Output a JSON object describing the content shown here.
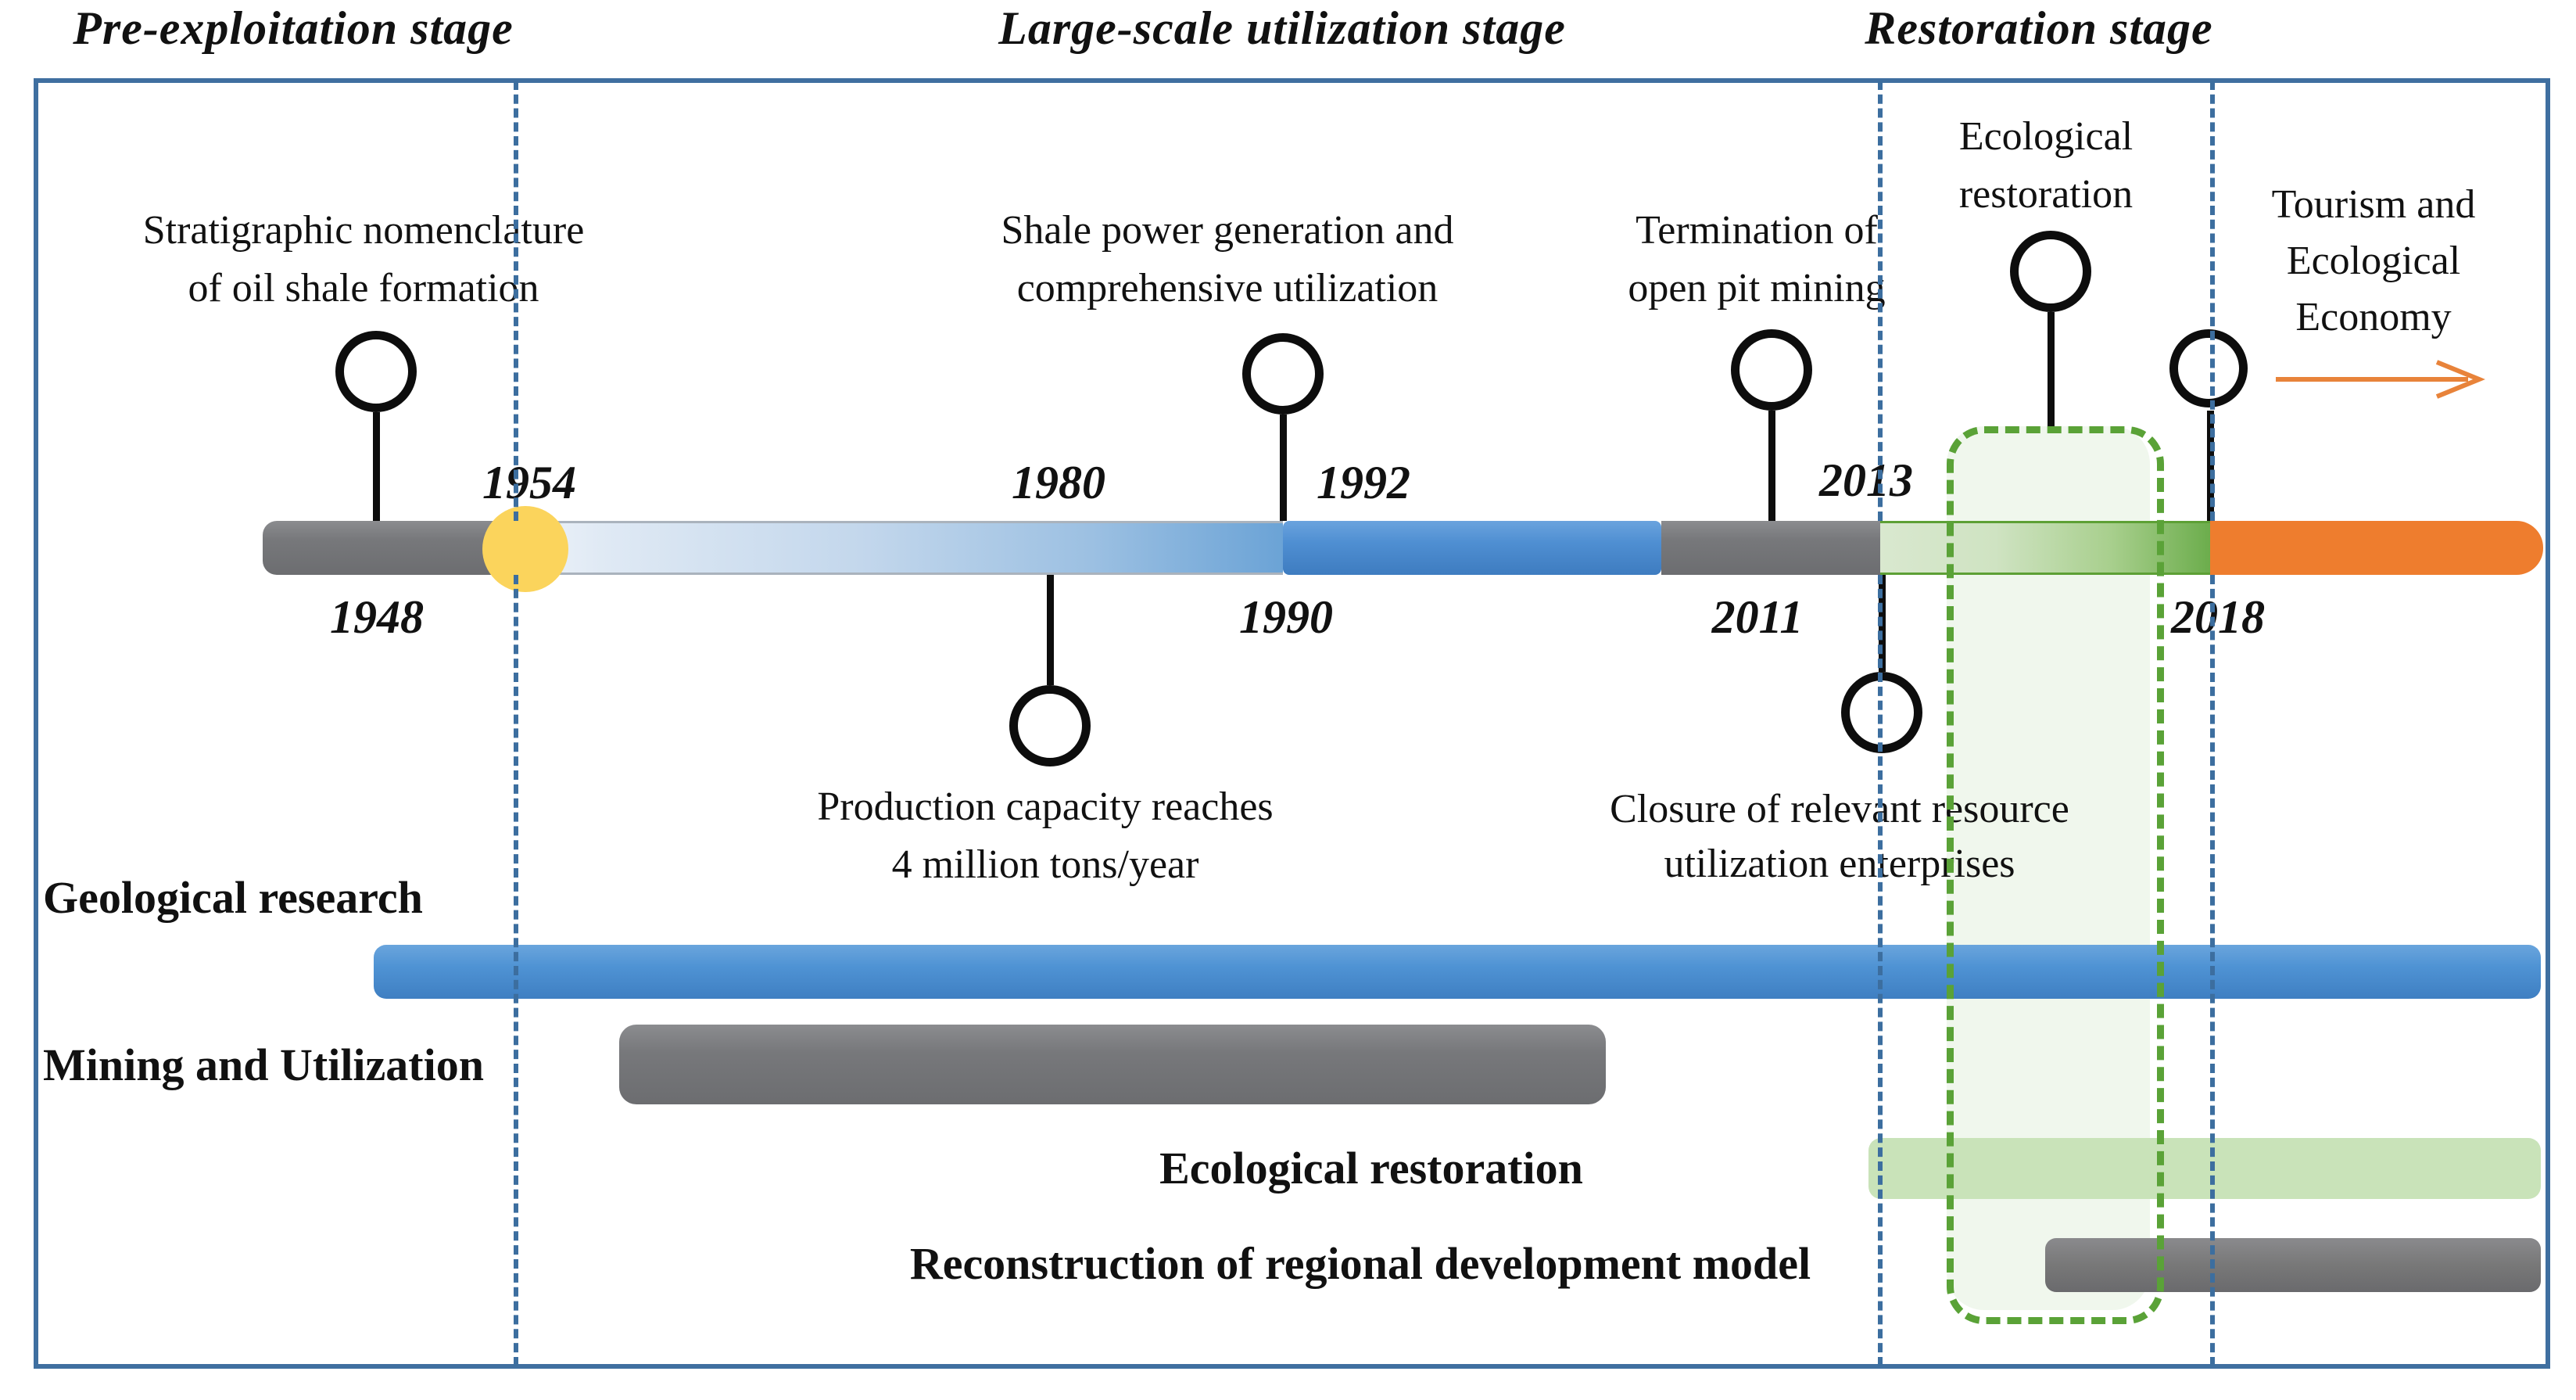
{
  "stage_titles": [
    {
      "label": "Pre-exploitation stage"
    },
    {
      "label": "Large-scale utilization stage"
    },
    {
      "label": "Restoration stage"
    }
  ],
  "timeline": {
    "years": [
      {
        "label": "1948",
        "position": "below-bar"
      },
      {
        "label": "1954",
        "position": "above-bar"
      },
      {
        "label": "1980",
        "position": "above-bar"
      },
      {
        "label": "1990",
        "position": "below-bar"
      },
      {
        "label": "1992",
        "position": "above-bar"
      },
      {
        "label": "2011",
        "position": "below-bar"
      },
      {
        "label": "2013",
        "position": "above-bar"
      },
      {
        "label": "2018",
        "position": "below-bar"
      }
    ],
    "segments": [
      {
        "name": "pre-exploitation",
        "style": "solid-gray"
      },
      {
        "name": "early-utilization",
        "style": "light-blue-gradient"
      },
      {
        "name": "large-scale-utilization",
        "style": "solid-blue"
      },
      {
        "name": "transition",
        "style": "solid-gray"
      },
      {
        "name": "restoration",
        "style": "green-gradient"
      },
      {
        "name": "tourism-economy",
        "style": "solid-orange"
      }
    ],
    "events": [
      {
        "id": "stratigraphic",
        "lines": [
          "Stratigraphic nomenclature",
          "of oil shale formation"
        ]
      },
      {
        "id": "shale-power",
        "lines": [
          "Shale power generation and",
          "comprehensive utilization"
        ]
      },
      {
        "id": "production",
        "lines": [
          "Production capacity reaches",
          "4 million tons/year"
        ]
      },
      {
        "id": "termination",
        "lines": [
          "Termination of",
          "open pit mining"
        ]
      },
      {
        "id": "closure",
        "lines": [
          "Closure of relevant resource",
          "utilization enterprises"
        ]
      },
      {
        "id": "eco-restoration",
        "lines": [
          "Ecological",
          "restoration"
        ]
      },
      {
        "id": "tourism",
        "lines": [
          "Tourism and",
          "Ecological",
          "Economy"
        ]
      }
    ]
  },
  "rows": [
    {
      "label": "Geological research",
      "bar": "blue"
    },
    {
      "label": "Mining and Utilization",
      "bar": "gray"
    },
    {
      "label": "Ecological restoration",
      "bar": "light-green"
    },
    {
      "label": "Reconstruction of regional development model",
      "bar": "gray"
    }
  ],
  "colors": {
    "border_blue": "#3f6fa0",
    "dashed_blue": "#3c6e9f",
    "bar_gray": "#77787b",
    "bar_blue_solid": "#4f8fd2",
    "gradient_blue_start": "#eef3f9",
    "gradient_blue_end": "#6ba3d6",
    "gradient_green_start": "#d9e8cf",
    "gradient_green_end": "#6cad4c",
    "green_stroke": "#5da035",
    "orange": "#ee7d2e",
    "yellow": "#fbd45c",
    "row_blue": "#4f93d4",
    "row_gray": "#7a7a7d",
    "row_green": "#c9e3b9",
    "recon_gray": "#787878",
    "arrow_orange": "#e8833a",
    "dashed_rect_green": "#5aa237"
  }
}
